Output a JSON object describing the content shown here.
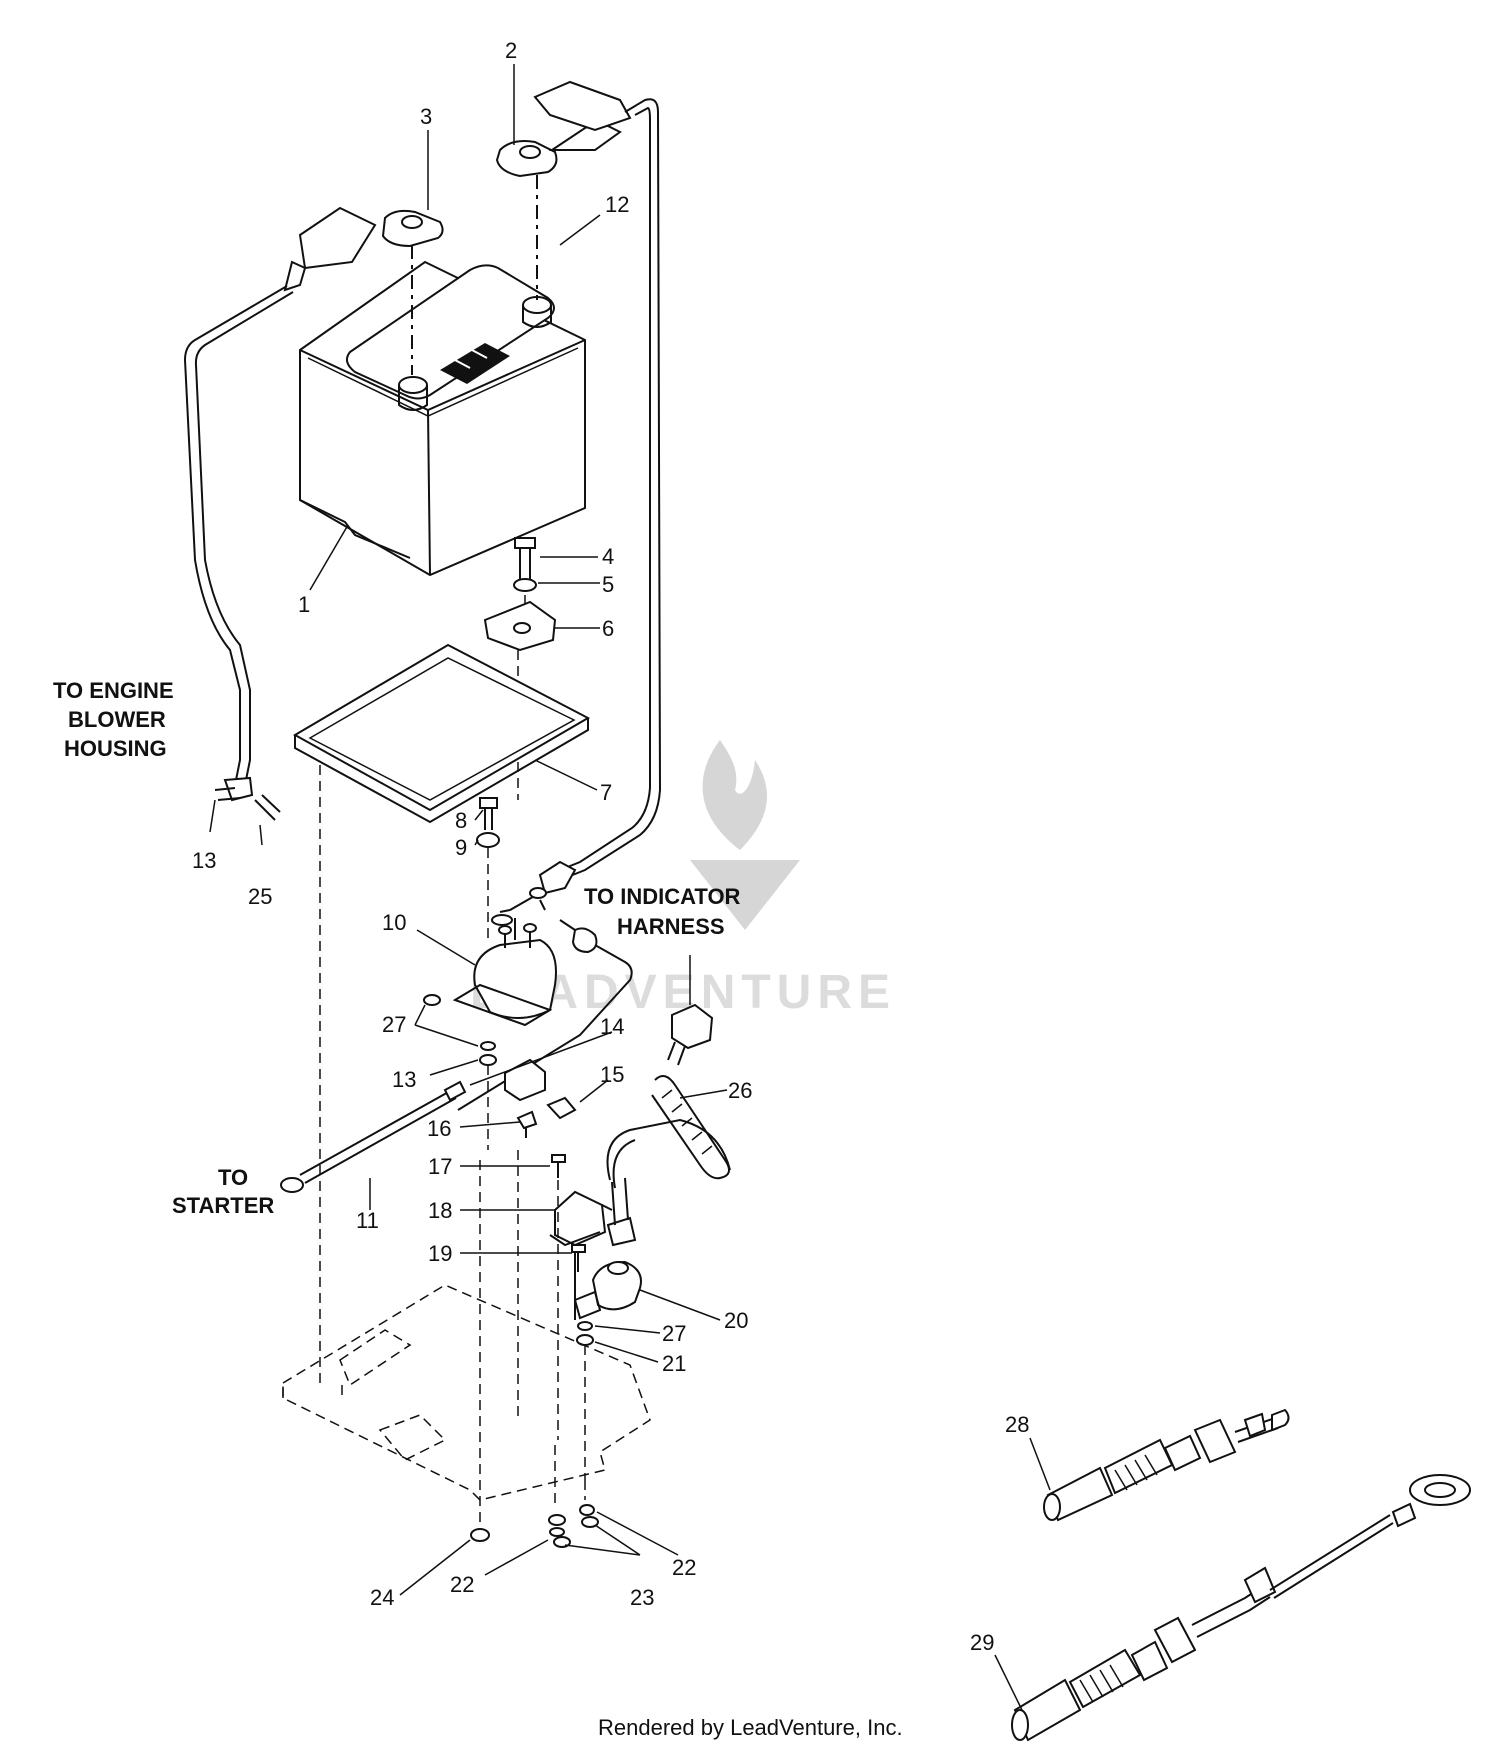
{
  "callouts": [
    "1",
    "2",
    "3",
    "4",
    "5",
    "6",
    "7",
    "8",
    "9",
    "10",
    "11",
    "12",
    "13",
    "14",
    "15",
    "16",
    "17",
    "18",
    "19",
    "20",
    "21",
    "22",
    "23",
    "24",
    "25",
    "26",
    "27",
    "28",
    "29"
  ],
  "labels": {
    "engine_blower_housing": [
      "TO ENGINE",
      "BLOWER",
      "HOUSING"
    ],
    "indicator_harness": [
      "TO INDICATOR",
      "HARNESS"
    ],
    "starter": [
      "TO",
      "STARTER"
    ]
  },
  "watermark": "LEADVENTURE",
  "footer": "Rendered by LeadVenture, Inc."
}
